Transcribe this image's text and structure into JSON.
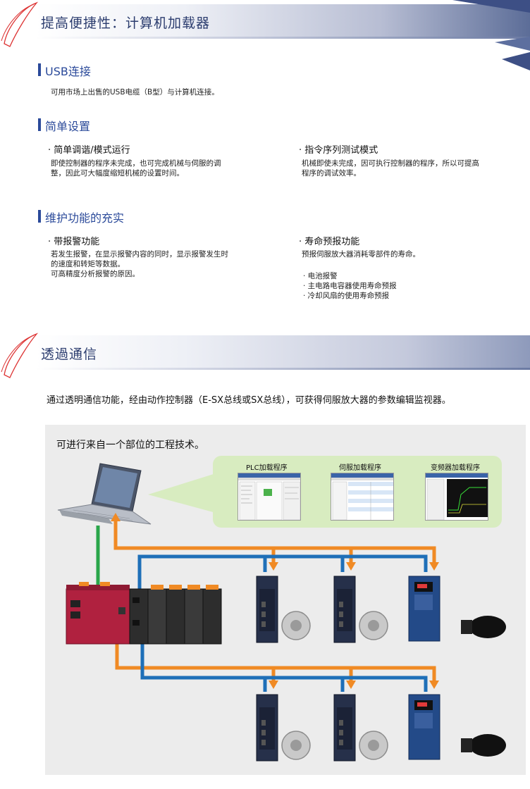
{
  "section1": {
    "banner_title": "提高便捷性：计算机加载器",
    "usb": {
      "heading": "USB连接",
      "text": "可用市场上出售的USB电缆（B型）与计算机连接。"
    },
    "setup": {
      "heading": "简单设置",
      "left_title": "· 简单调谐/模式运行",
      "left_lines": [
        "即使控制器的程序未完成，也可完成机械与伺服的调",
        "整，因此可大幅度缩短机械的设置时间。"
      ],
      "right_title": "· 指令序列测试模式",
      "right_lines": [
        "机械即使未完成，因可执行控制器的程序，所以可提高",
        "程序的调试效率。"
      ]
    },
    "maintenance": {
      "heading": "维护功能的充实",
      "left_title": "· 带报警功能",
      "left_lines": [
        "若发生报警，在显示报警内容的同时，显示报警发生时",
        "的速度和转矩等数据。",
        "可高精度分析报警的原因。"
      ],
      "right_title": "· 寿命预报功能",
      "right_lines": [
        "预报伺服放大器消耗零部件的寿命。"
      ],
      "right_list": [
        "· 电池报警",
        "· 主电路电容器使用寿命预报",
        "· 冷却风扇的使用寿命预报"
      ]
    }
  },
  "section2": {
    "banner_title": "透過通信",
    "intro": "通过透明通信功能，经由动作控制器（E-SX总线或SX总线），可获得伺服放大器的参数编辑监视器。",
    "panel_title": "可进行来自一个部位的工程技术。",
    "software": [
      {
        "label": "PLC加载程序"
      },
      {
        "label": "伺服加载程序"
      },
      {
        "label": "变频器加载程序"
      }
    ]
  },
  "colors": {
    "heading_blue": "#2b4a9a",
    "orange_line": "#f08a24",
    "blue_line": "#1e6fb8",
    "green_line": "#2aa64a",
    "callout_green": "#d8ecc0"
  }
}
